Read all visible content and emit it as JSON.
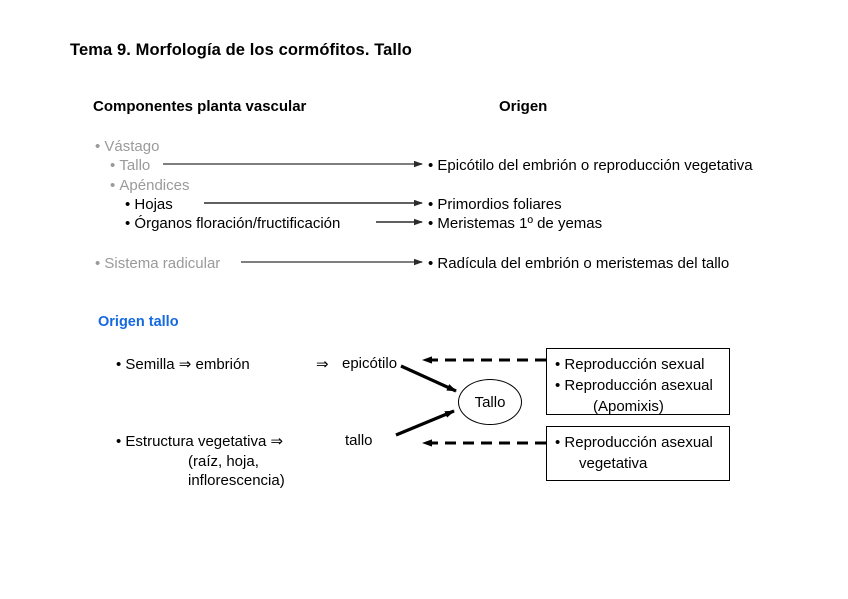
{
  "slide": {
    "title": "Tema 9. Morfología de los cormófitos. Tallo",
    "background": "#ffffff",
    "accent_blue": "#1569e0",
    "muted_gray": "#9a9a9a"
  },
  "columns": {
    "left_header": "Componentes planta vascular",
    "right_header": "Origen"
  },
  "components": [
    {
      "label": "Vástago",
      "color": "#9a9a9a",
      "level": 1
    },
    {
      "label": "Tallo",
      "color": "#9a9a9a",
      "level": 2
    },
    {
      "label": "Apéndices",
      "color": "#9a9a9a",
      "level": 2
    },
    {
      "label": "Hojas",
      "color": "#000000",
      "level": 3
    },
    {
      "label": "Órganos floración/fructificación",
      "color": "#000000",
      "level": 3
    },
    {
      "label": "Sistema radicular",
      "color": "#9a9a9a",
      "level": 1
    }
  ],
  "origins": [
    {
      "label": "Epicótilo del embrión o reproducción vegetativa"
    },
    {
      "label": "Primordios foliares"
    },
    {
      "label": "Meristemas 1º de yemas"
    },
    {
      "label": "Radícula del embrión o meristemas del tallo"
    }
  ],
  "section": {
    "heading": "Origen tallo"
  },
  "flow": {
    "semilla_line": "• Semilla  ⇒ embrión",
    "double_arrow": "⇒",
    "epicotilo": "epicótilo",
    "estructura_line": "• Estructura vegetativa  ⇒",
    "tallo_word": "tallo",
    "paren_line1": "(raíz, hoja,",
    "paren_line2": "inflorescencia)",
    "node_tallo": "Tallo"
  },
  "boxes": [
    {
      "name": "reproduccion-sexual-asexual",
      "lines": [
        "• Reproducción sexual",
        "• Reproducción asexual",
        "(Apomixis)"
      ]
    },
    {
      "name": "reproduccion-asexual-vegetativa",
      "lines": [
        "• Reproducción asexual",
        "vegetativa"
      ]
    }
  ]
}
